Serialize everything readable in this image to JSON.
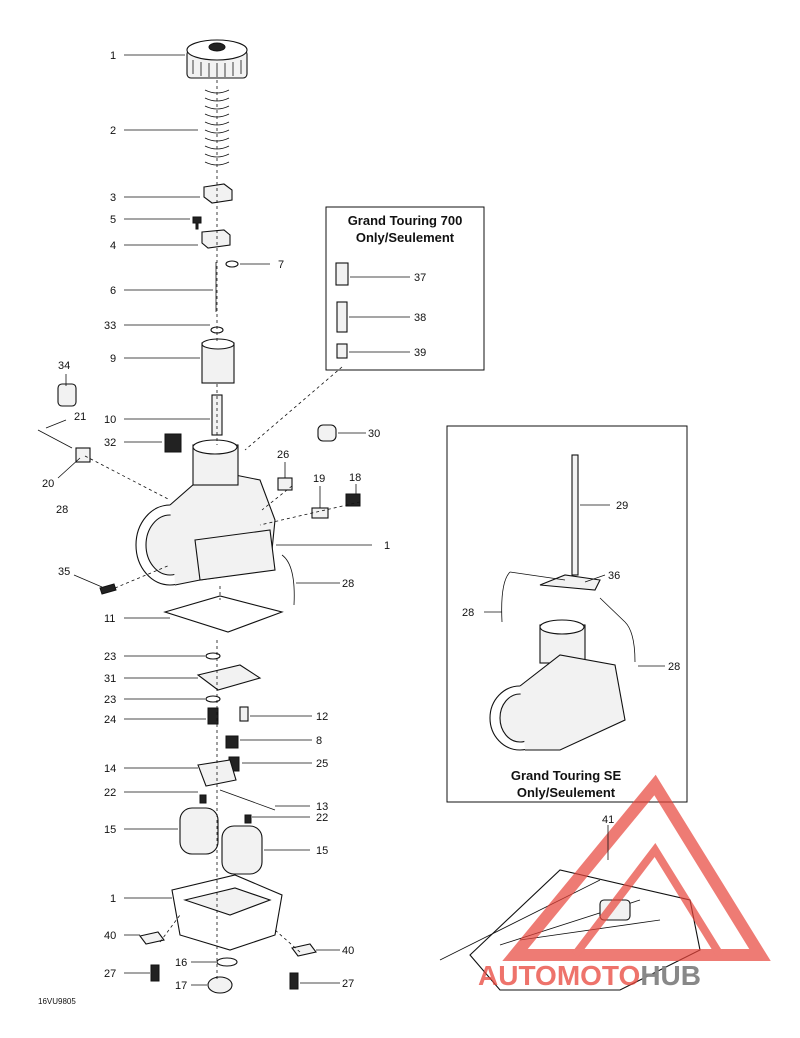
{
  "box_gt700": {
    "line1": "Grand Touring 700",
    "line2": "Only/Seulement"
  },
  "box_gtse": {
    "line1": "Grand Touring SE",
    "line2": "Only/Seulement"
  },
  "callouts": {
    "c1a": "1",
    "c2": "2",
    "c3": "3",
    "c5": "5",
    "c4": "4",
    "c7": "7",
    "c6": "6",
    "c33": "33",
    "c9": "9",
    "c34": "34",
    "c21": "21",
    "c10": "10",
    "c32": "32",
    "c30": "30",
    "c26": "26",
    "c20": "20",
    "c19": "19",
    "c18": "18",
    "c28a": "28",
    "c1b": "1",
    "c35": "35",
    "c28b": "28",
    "c11": "11",
    "c23a": "23",
    "c31": "31",
    "c23b": "23",
    "c24": "24",
    "c12": "12",
    "c8": "8",
    "c25": "25",
    "c14": "14",
    "c22a": "22",
    "c13": "13",
    "c22b": "22",
    "c15a": "15",
    "c15b": "15",
    "c1c": "1",
    "c40a": "40",
    "c40b": "40",
    "c16": "16",
    "c27a": "27",
    "c17": "17",
    "c27b": "27",
    "c37": "37",
    "c38": "38",
    "c39": "39",
    "c29": "29",
    "c36": "36",
    "c28c": "28",
    "c28d": "28",
    "c41": "41"
  },
  "ref_code": "16VU9805",
  "watermark": {
    "text_a": "AUTO",
    "text_b": "MOTO",
    "text_c": "HUB",
    "color_main": "#e8443a",
    "color_hub": "#888888"
  }
}
